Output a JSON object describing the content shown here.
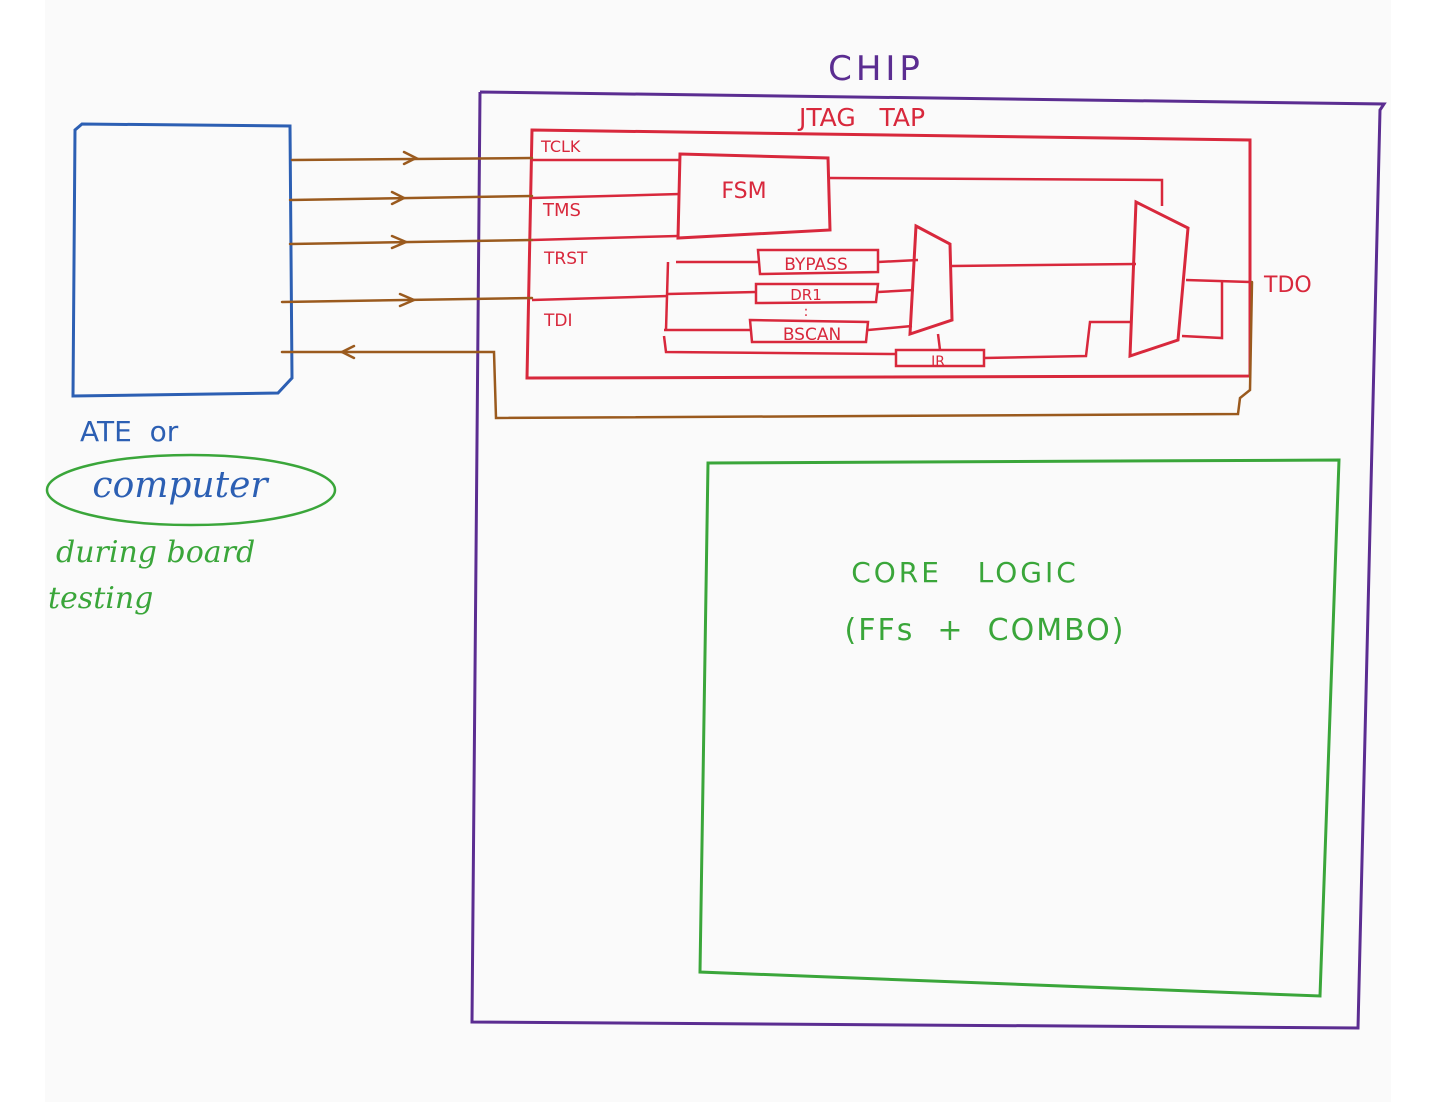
{
  "colors": {
    "page": "#fafafa",
    "chip": "#5b2d91",
    "jtag": "#d8283c",
    "wire": "#9a5a1e",
    "ate": "#2c5fb3",
    "core": "#3aa63a"
  },
  "chip": {
    "label": "CHIP"
  },
  "jtag": {
    "label": "JTAG   TAP",
    "signals": {
      "tclk": "TCLK",
      "tms": "TMS",
      "trst": "TRST",
      "tdi": "TDI",
      "tdo": "TDO"
    },
    "fsm": "FSM",
    "registers": {
      "bypass": "BYPASS",
      "dr1": "DR1",
      "ellipsis": ":",
      "bscan": "BSCAN",
      "ir": "IR"
    }
  },
  "ate": {
    "label_line1": "ATE  or",
    "label_circled": "computer",
    "note_line1": "during board",
    "note_line2": "testing"
  },
  "core": {
    "line1": "CORE   LOGIC",
    "line2": "(FFs  +  COMBO)"
  }
}
